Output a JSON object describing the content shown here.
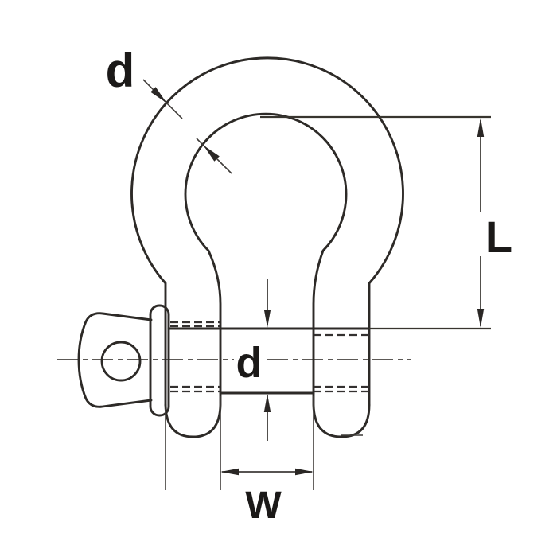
{
  "diagram": {
    "labels": {
      "bow_diameter": "d",
      "inside_length": "L",
      "pin_diameter": "d",
      "inside_width": "W"
    },
    "colors": {
      "background": "#ffffff",
      "object_line": "#2d2a27",
      "dimension_line": "#3f3c39",
      "label_text": "#1b1918"
    }
  }
}
